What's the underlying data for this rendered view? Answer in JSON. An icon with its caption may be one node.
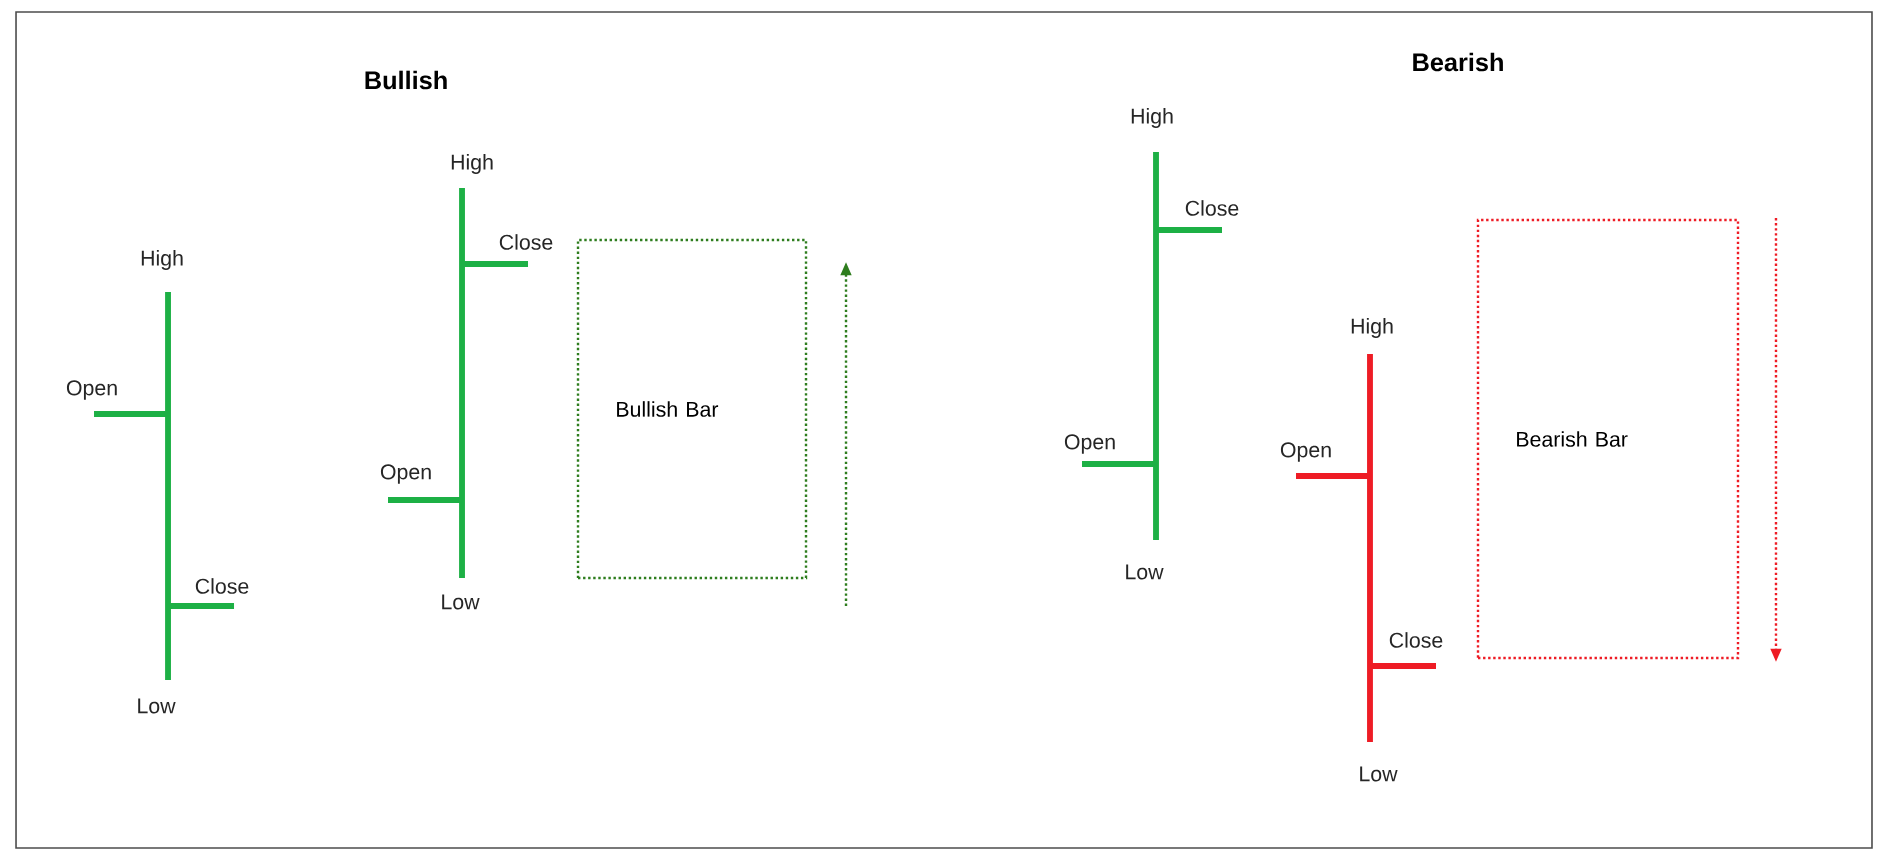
{
  "diagram": {
    "nodes": [
      {
        "text": [
          "Bullish Bar"
        ]
      },
      {
        "text": [
          "Bearish Bar"
        ]
      }
    ],
    "labels": [
      "Bullish",
      "High",
      "Open",
      "Close",
      "Low",
      "High",
      "Close",
      "Open",
      "Low",
      "Bearish",
      "High",
      "Close",
      "Open",
      "Low",
      "High",
      "Open",
      "Close",
      "Low"
    ]
  }
}
